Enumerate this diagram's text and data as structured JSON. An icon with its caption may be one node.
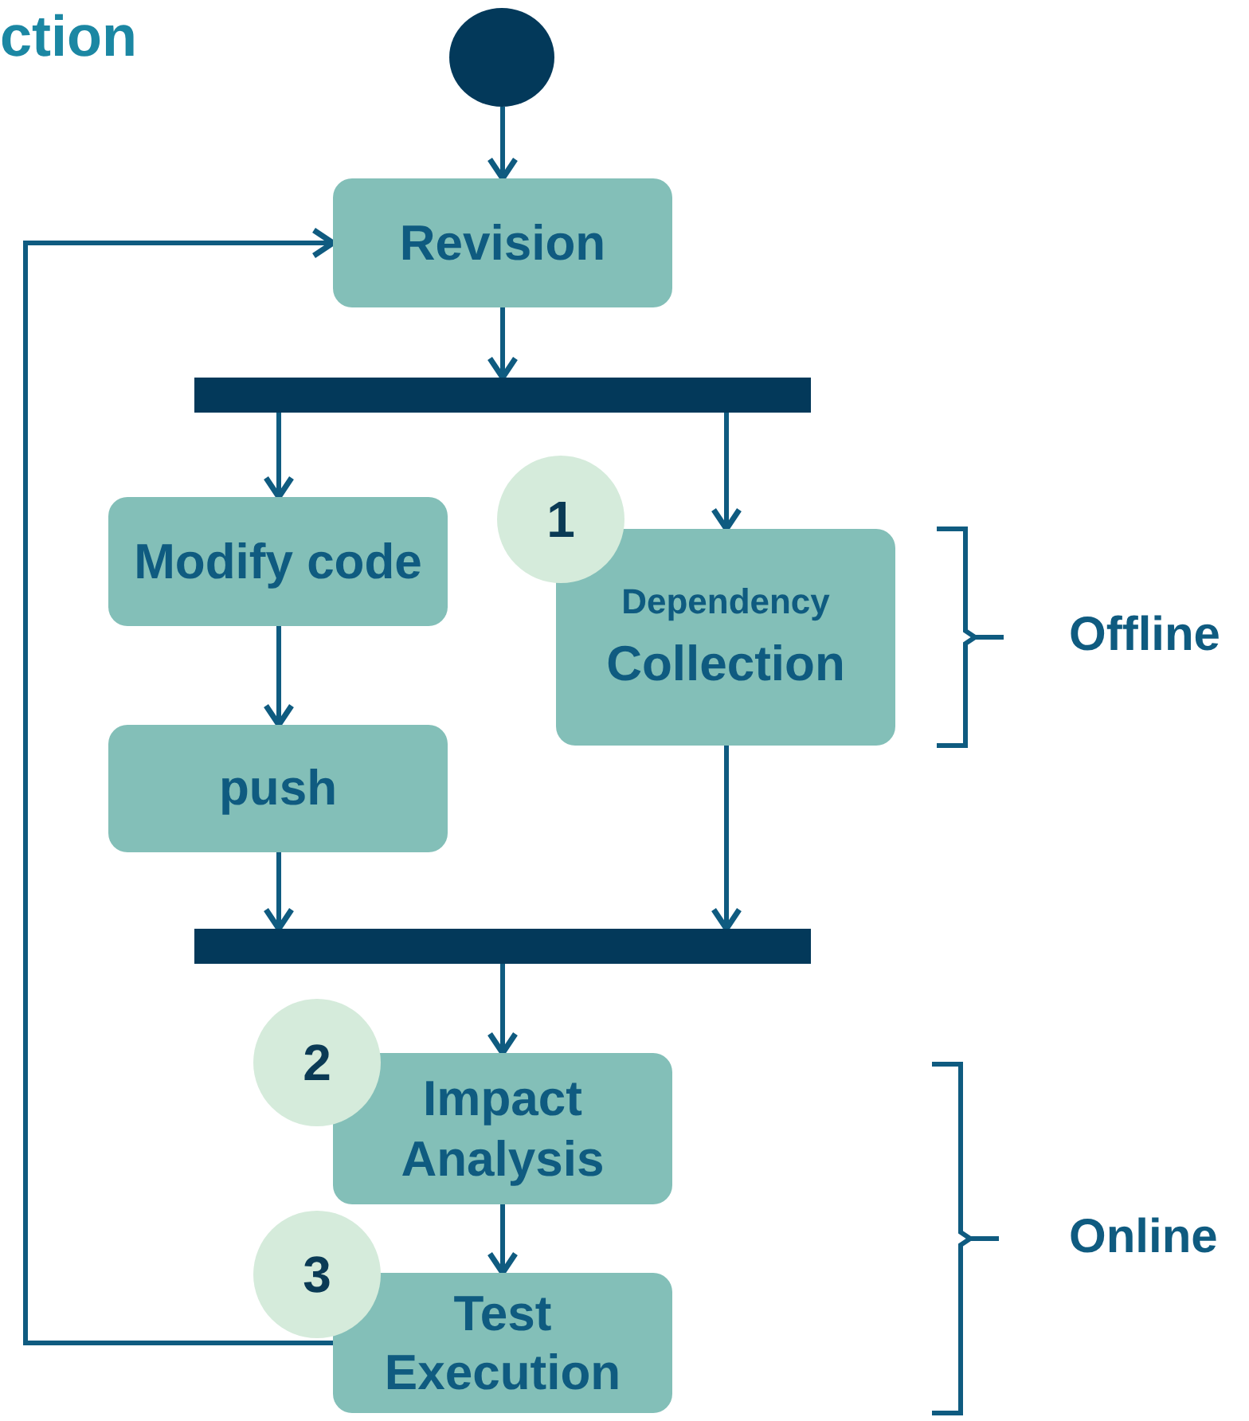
{
  "diagram": {
    "title": "ction",
    "nodes": [
      {
        "text": [],
        "shape": "circle"
      },
      {
        "text": [
          "Revision"
        ]
      },
      {
        "text": [],
        "shape": "bar"
      },
      {
        "text": [
          "Modify code"
        ]
      },
      {
        "text": [
          "Dependency",
          "Collection"
        ]
      },
      {
        "text": [
          "push"
        ]
      },
      {
        "text": [],
        "shape": "bar"
      },
      {
        "text": [
          "Impact Analysis"
        ]
      },
      {
        "text": [
          "Test Execution"
        ]
      },
      {
        "text": [
          "1"
        ]
      },
      {
        "text": [
          "2"
        ]
      },
      {
        "text": [
          "3"
        ]
      }
    ],
    "edges": [
      {
        "from": 0,
        "to": 1,
        "arrow": "to"
      },
      {
        "from": 1,
        "to": 2,
        "arrow": "to"
      },
      {
        "from": 2,
        "to": 3,
        "arrow": "to"
      },
      {
        "from": 2,
        "to": 4,
        "arrow": "to"
      },
      {
        "from": 3,
        "to": 5,
        "arrow": "to"
      },
      {
        "from": 5,
        "to": 6,
        "arrow": "to"
      },
      {
        "from": 4,
        "to": 6,
        "arrow": "to"
      },
      {
        "from": 6,
        "to": 7,
        "arrow": "to"
      },
      {
        "from": 7,
        "to": 8,
        "arrow": "to"
      },
      {
        "from": 8,
        "to": 1,
        "arrow": "to"
      }
    ],
    "labels": [
      "Offline",
      "Online"
    ]
  }
}
